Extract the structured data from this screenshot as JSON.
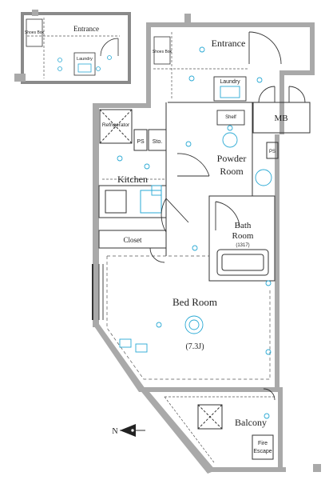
{
  "rooms": {
    "entrance_top": "Entrance",
    "entrance_main": "Entrance",
    "laundry_top": "Laundry",
    "laundry_main": "Laundry",
    "shoes_top": "Shoes Box",
    "shoes_main": "Shoes Box",
    "mb": "MB",
    "shelf": "Shelf",
    "refrigerator": "Refrigerator",
    "ps_kitchen": "PS",
    "storage": "Sto.",
    "ps_right": "PS",
    "kitchen": "Kitchen",
    "powder_line1": "Powder",
    "powder_line2": "Room",
    "bath_line1": "Bath",
    "bath_line2": "Room",
    "bath_size": "(1317)",
    "closet": "Closet",
    "bed": "Bed Room",
    "bed_size": "(7.3J)",
    "balcony": "Balcony",
    "fire_line1": "Fire",
    "fire_line2": "Escape"
  },
  "compass": {
    "letter": "N"
  },
  "colors": {
    "wall": "#8a8a8a",
    "wall_fill": "#a9a9a9",
    "line": "#333333",
    "fixture": "#29a9d4",
    "dash": "#555555"
  }
}
